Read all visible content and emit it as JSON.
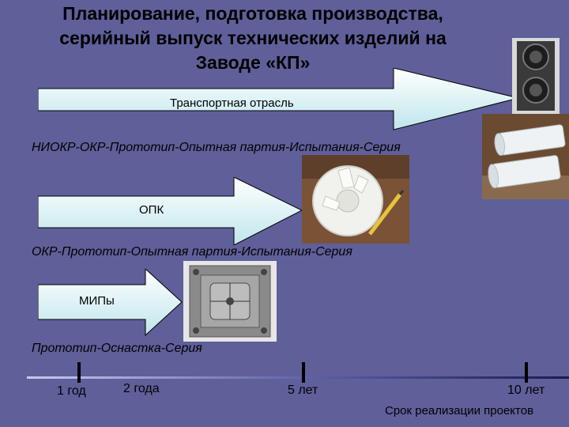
{
  "title": {
    "line1": "Планирование, подготовка производства,",
    "line2": "серийный выпуск технических изделий на",
    "line3": "Заводе «КП»"
  },
  "sectors": [
    {
      "label": "Транспортная отрасль",
      "chain": "НИОКР-ОКР-Прототип-Опытная партия-Испытания-Серия"
    },
    {
      "label": "ОПК",
      "chain": "ОКР-Прототип-Опытная партия-Испытания-Серия"
    },
    {
      "label": "МИПы",
      "chain": "Прототип-Оснастка-Серия"
    }
  ],
  "timeline": {
    "ticks": [
      "1 год",
      "2 года",
      "5 лет",
      "10 лет"
    ],
    "caption": "Срок реализации проектов"
  },
  "colors": {
    "background": "#5f5f9a",
    "arrow_fill_top": "#ffffff",
    "arrow_fill_bottom": "#bfe6ec",
    "timeline_dark": "#1b1b52"
  },
  "images": [
    "traffic-light-photo",
    "rollers-photo",
    "fan-impeller-photo",
    "mold-tooling-photo"
  ]
}
